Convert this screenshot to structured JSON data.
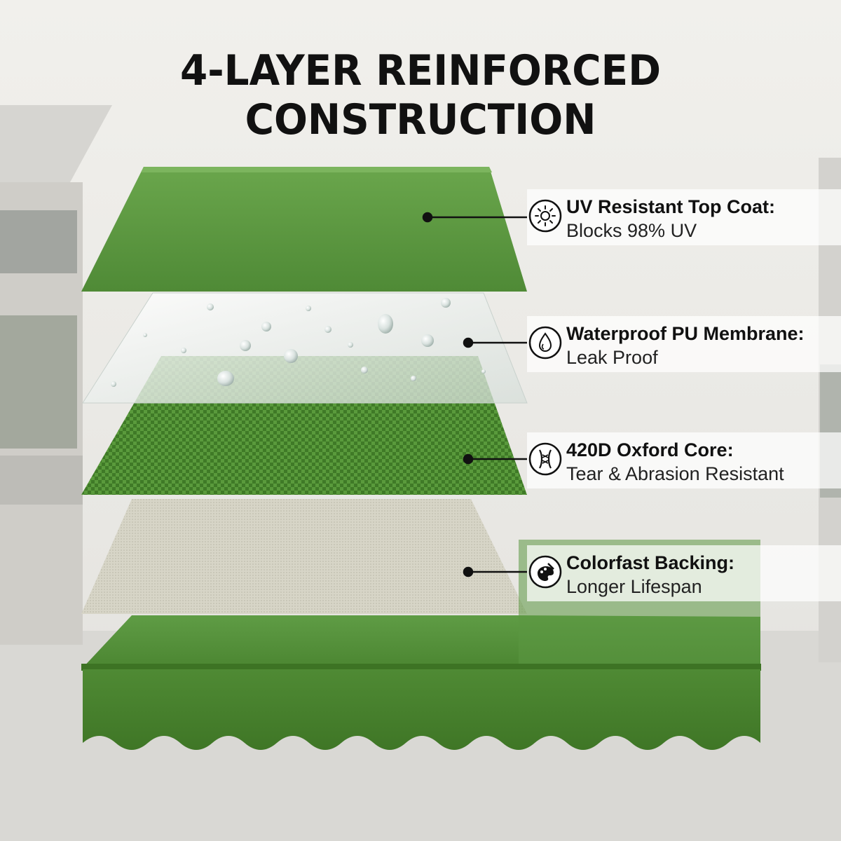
{
  "title": "4-LAYER REINFORCED CONSTRUCTION",
  "layers": [
    {
      "heading": "UV Resistant Top Coat:",
      "description": "Blocks 98% UV",
      "icon": "sun-icon"
    },
    {
      "heading": "Waterproof PU Membrane:",
      "description": "Leak Proof",
      "icon": "water-drop-icon"
    },
    {
      "heading": "420D Oxford Core:",
      "description": "Tear & Abrasion Resistant",
      "icon": "fabric-core-icon"
    },
    {
      "heading": "Colorfast Backing:",
      "description": "Longer Lifespan",
      "icon": "color-palette-icon"
    }
  ],
  "colors": {
    "top_coat_green": "#5f9c45",
    "core_green": "#4c8a30",
    "backing_beige": "#d8d6c8",
    "awning_green": "#5a9640",
    "membrane": "#e8efec"
  }
}
